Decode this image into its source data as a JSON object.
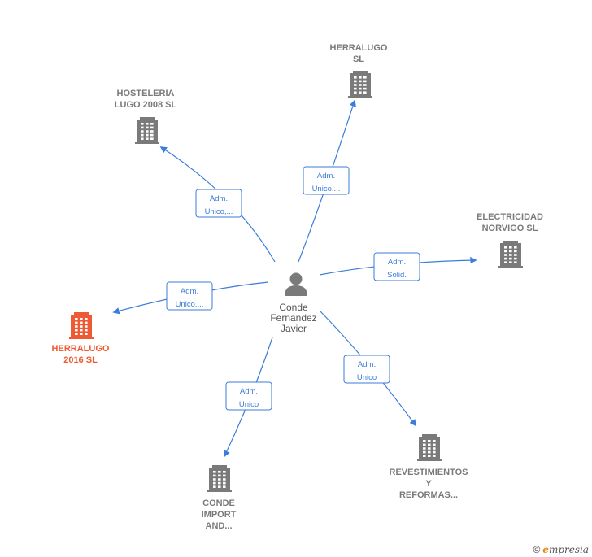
{
  "center": {
    "label": [
      "Conde",
      "Fernandez",
      "Javier"
    ],
    "icon": "person-icon"
  },
  "companies": [
    {
      "id": "herralugo-sl",
      "label": [
        "HERRALUGO",
        "SL"
      ],
      "icon": "building-icon",
      "color": "#7a7a7a",
      "role": [
        "Adm.",
        "Unico,..."
      ]
    },
    {
      "id": "hosteleria-lugo",
      "label": [
        "HOSTELERIA",
        "LUGO 2008 SL"
      ],
      "icon": "building-icon",
      "color": "#7a7a7a",
      "role": [
        "Adm.",
        "Unico,..."
      ]
    },
    {
      "id": "electricidad-norvigo",
      "label": [
        "ELECTRICIDAD",
        "NORVIGO SL"
      ],
      "icon": "building-icon",
      "color": "#7a7a7a",
      "role": [
        "Adm.",
        "Solid."
      ]
    },
    {
      "id": "herralugo-2016",
      "label": [
        "HERRALUGO",
        "2016  SL"
      ],
      "icon": "building-icon",
      "color": "#ee5a33",
      "highlight": true,
      "role": [
        "Adm.",
        "Unico,..."
      ]
    },
    {
      "id": "revestimientos",
      "label": [
        "REVESTIMIENTOS",
        "Y",
        "REFORMAS..."
      ],
      "icon": "building-icon",
      "color": "#7a7a7a",
      "role": [
        "Adm.",
        "Unico"
      ]
    },
    {
      "id": "conde-import",
      "label": [
        "CONDE",
        "IMPORT",
        "AND..."
      ],
      "icon": "building-icon",
      "color": "#7a7a7a",
      "role": [
        "Adm.",
        "Unico"
      ]
    }
  ],
  "footer": {
    "copyright": "©",
    "brand_initial": "e",
    "brand_rest": "mpresia"
  },
  "colors": {
    "edge": "#3b7dd8",
    "node": "#7a7a7a",
    "highlight": "#ee5a33"
  }
}
